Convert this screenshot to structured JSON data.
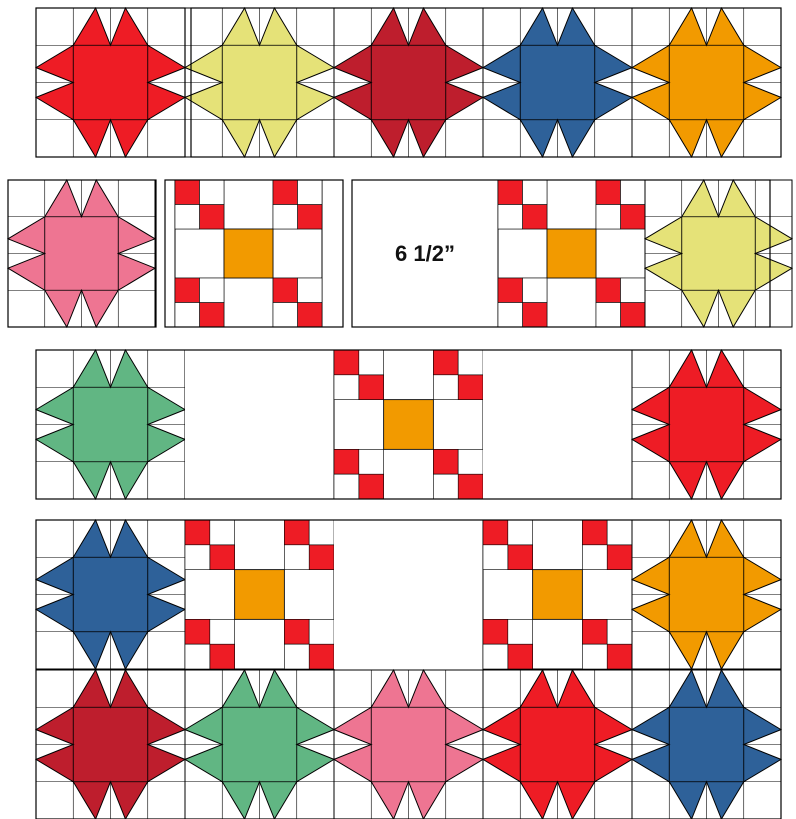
{
  "colors": {
    "red": "#ee1c25",
    "yellow": "#e5e278",
    "crimson": "#be1e2d",
    "blue": "#2e6199",
    "orange": "#f29a00",
    "pink": "#ee7592",
    "green": "#61b683",
    "outline": "#000000",
    "background": "#ffffff"
  },
  "measurement_label": "6 1/2”",
  "rows": [
    {
      "name": "row-1",
      "blocks": [
        {
          "type": "star",
          "color": "red"
        },
        {
          "type": "star",
          "color": "yellow"
        },
        {
          "type": "star",
          "color": "crimson"
        },
        {
          "type": "star",
          "color": "blue"
        },
        {
          "type": "star",
          "color": "orange"
        }
      ]
    },
    {
      "name": "row-2",
      "blocks": [
        {
          "type": "star",
          "color": "pink"
        },
        {
          "type": "nine-patch"
        },
        {
          "type": "plain",
          "label": "measurement_label"
        },
        {
          "type": "nine-patch"
        },
        {
          "type": "star",
          "color": "yellow"
        }
      ]
    },
    {
      "name": "row-3",
      "blocks": [
        {
          "type": "star",
          "color": "green"
        },
        {
          "type": "plain"
        },
        {
          "type": "nine-patch"
        },
        {
          "type": "plain"
        },
        {
          "type": "star",
          "color": "red"
        }
      ]
    },
    {
      "name": "row-4",
      "blocks": [
        {
          "type": "star",
          "color": "blue"
        },
        {
          "type": "nine-patch"
        },
        {
          "type": "plain"
        },
        {
          "type": "nine-patch"
        },
        {
          "type": "star",
          "color": "orange"
        }
      ]
    },
    {
      "name": "row-5",
      "blocks": [
        {
          "type": "star",
          "color": "crimson"
        },
        {
          "type": "star",
          "color": "green"
        },
        {
          "type": "star",
          "color": "pink"
        },
        {
          "type": "star",
          "color": "red"
        },
        {
          "type": "star",
          "color": "blue"
        }
      ]
    }
  ]
}
